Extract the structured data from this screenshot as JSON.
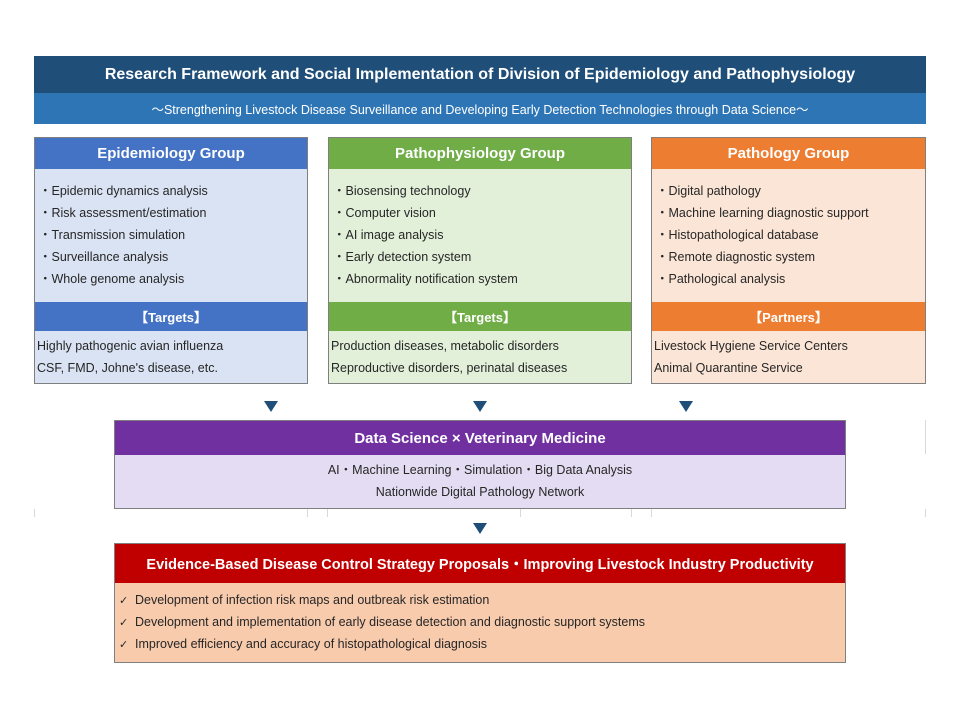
{
  "header": {
    "title": "Research Framework and Social Implementation of Division of Epidemiology and Pathophysiology",
    "subtitle": "～Strengthening Livestock Disease Surveillance and Developing Early Detection Technologies through Data Science～"
  },
  "groups": [
    {
      "title": "Epidemiology Group",
      "items": [
        "・Epidemic dynamics analysis",
        "・Risk assessment/estimation",
        "・Transmission simulation",
        "・Surveillance analysis",
        "・Whole genome analysis"
      ],
      "sub_title": "【Targets】",
      "sub_items": [
        "Highly pathogenic avian influenza",
        "CSF, FMD, Johne's disease, etc."
      ]
    },
    {
      "title": "Pathophysiology Group",
      "items": [
        "・Biosensing technology",
        "・Computer vision",
        "・AI image analysis",
        "・Early detection system",
        "・Abnormality notification system"
      ],
      "sub_title": "【Targets】",
      "sub_items": [
        "Production diseases, metabolic disorders",
        "Reproductive disorders, perinatal diseases"
      ]
    },
    {
      "title": "Pathology Group",
      "items": [
        "・Digital pathology",
        "・Machine learning diagnostic support",
        "・Histopathological database",
        "・Remote diagnostic system",
        "・Pathological analysis"
      ],
      "sub_title": "【Partners】",
      "sub_items": [
        "Livestock Hygiene Service Centers",
        "Animal Quarantine Service"
      ]
    }
  ],
  "data_science": {
    "title": "Data Science × Veterinary Medicine",
    "lines": [
      "AI・Machine Learning・Simulation・Big Data Analysis",
      "Nationwide Digital Pathology Network"
    ]
  },
  "outcome": {
    "title": "Evidence-Based Disease Control Strategy Proposals・Improving Livestock Industry Productivity",
    "check_icon": "checkmark-icon",
    "items": [
      "Development of infection risk maps and outbreak risk estimation",
      "Development and implementation of early disease detection and diagnostic support systems",
      "Improved efficiency and accuracy of histopathological diagnosis"
    ]
  },
  "colors": {
    "header_dark": "#1f4e79",
    "header_light": "#2e75b6",
    "epidemiology": "#4472c4",
    "pathophysiology": "#70ad47",
    "pathology": "#ed7d31",
    "data_science": "#7030a0",
    "outcome": "#c00000"
  }
}
